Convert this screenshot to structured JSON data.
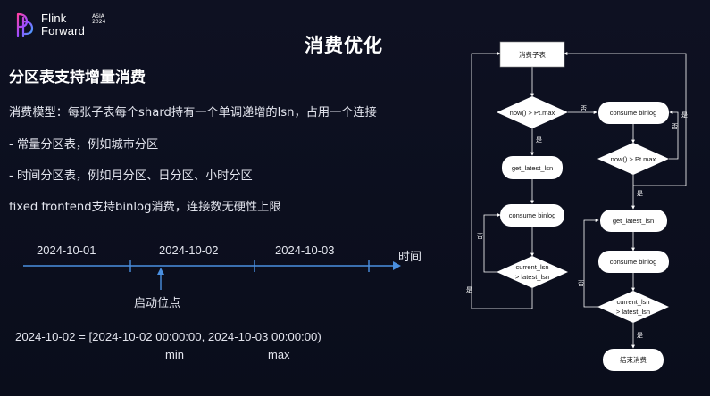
{
  "logo": {
    "line1": "Flink",
    "line2": "Forward",
    "badge1": "ASIA",
    "badge2": "2024"
  },
  "title": "消费优化",
  "subtitle": "分区表支持增量消费",
  "bullets": [
    "消费模型：每张子表每个shard持有一个单调递增的lsn，占用一个连接",
    "- 常量分区表，例如城市分区",
    "- 时间分区表，例如月分区、日分区、小时分区",
    "fixed frontend支持binlog消费，连接数无硬性上限"
  ],
  "timeline": {
    "dates": [
      "2024-10-01",
      "2024-10-02",
      "2024-10-03"
    ],
    "axis_label": "时间",
    "start_label": "启动位点"
  },
  "formula": {
    "text": "2024-10-02 = [2024-10-02 00:00:00, 2024-10-03 00:00:00)",
    "min_label": "min",
    "max_label": "max"
  },
  "flowchart": {
    "start": "消费子表",
    "cond1": "now() > Pt.max",
    "consume_left": "consume binlog",
    "get_lsn_left": "get_latest_lsn",
    "cond_left_1": "current_lsn",
    "cond_left_2": "> latest_lsn",
    "consume_right": "consume binlog",
    "cond2": "now() > Pt.max",
    "get_lsn_right": "get_latest_lsn",
    "consume_right2": "consume binlog",
    "cond_right_1": "current_lsn",
    "cond_right_2": "> latest_lsn",
    "end": "结束消费",
    "yes": "是",
    "no": "否"
  }
}
